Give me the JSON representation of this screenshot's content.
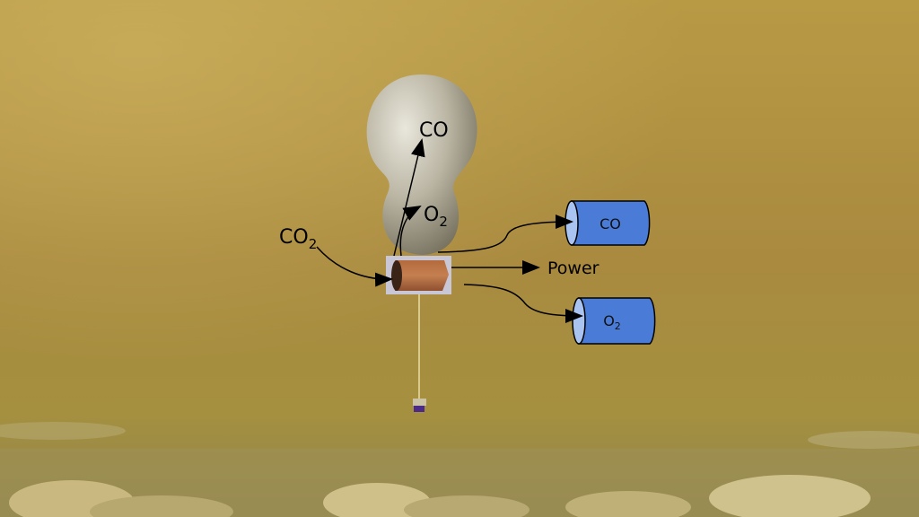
{
  "labels": {
    "balloon_top_gas": "CO",
    "balloon_bottom_gas_base": "O",
    "balloon_bottom_gas_sub": "2",
    "input_gas_base": "CO",
    "input_gas_sub": "2",
    "output_power": "Power",
    "tank_co": "CO",
    "tank_o2_base": "O",
    "tank_o2_sub": "2"
  },
  "colors": {
    "tank_fill": "#4a7bd6",
    "tank_end": "#a9c4f0",
    "sky_top": "#b6963f",
    "sky_bottom": "#9c8a3e"
  }
}
